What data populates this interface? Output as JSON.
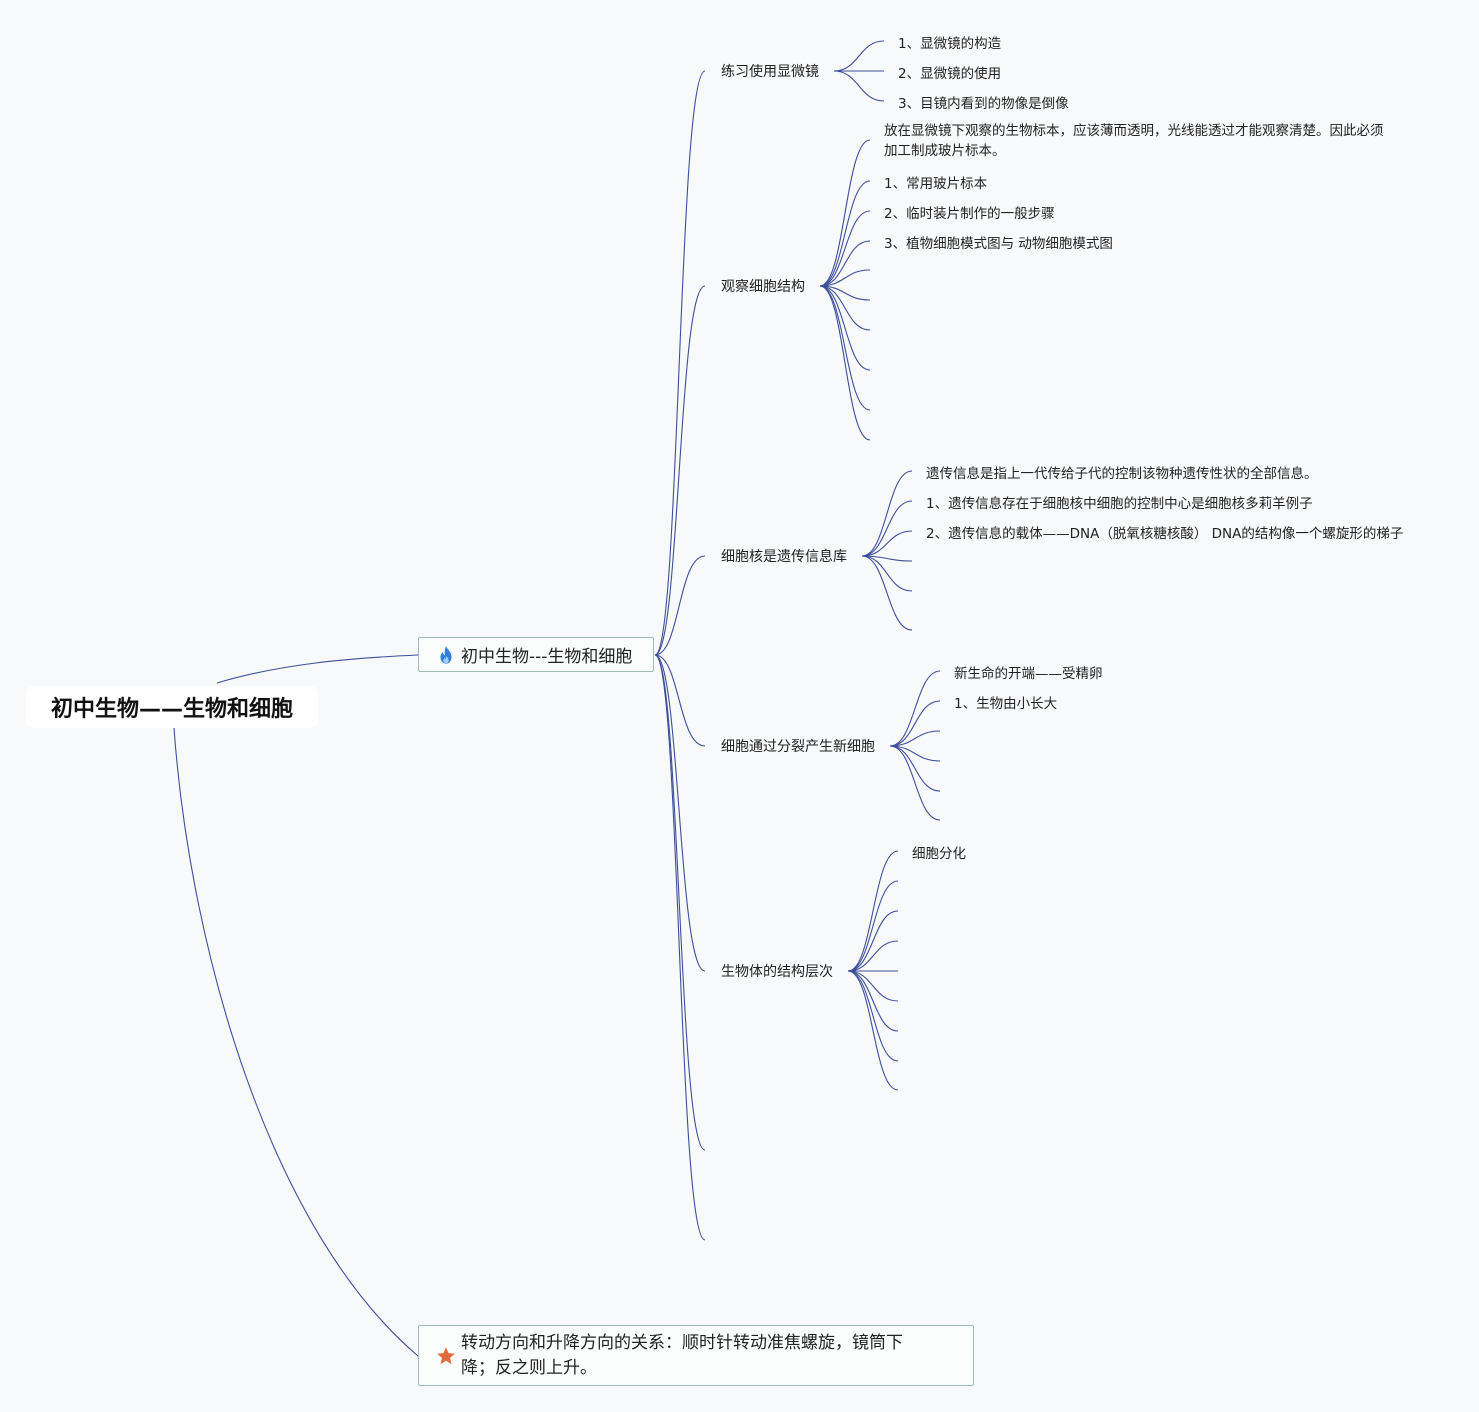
{
  "root": {
    "title": "初中生物——生物和细胞"
  },
  "topic_main": {
    "label": "初中生物---生物和细胞",
    "icon": "fire-icon",
    "children": [
      {
        "label": "练习使用显微镜",
        "items": [
          "1、显微镜的构造",
          "2、显微镜的使用",
          "3、目镜内看到的物像是倒像"
        ]
      },
      {
        "label": "观察细胞结构",
        "items": [
          "放在显微镜下观察的生物标本，应该薄而透明，光线能透过才能观察清楚。因此必须加工制成玻片标本。",
          "1、常用玻片标本",
          "2、临时装片制作的一般步骤",
          "3、植物细胞模式图与 动物细胞模式图"
        ]
      },
      {
        "label": "细胞核是遗传信息库",
        "items": [
          "遗传信息是指上一代传给子代的控制该物种遗传性状的全部信息。",
          "1、遗传信息存在于细胞核中细胞的控制中心是细胞核多莉羊例子",
          "2、遗传信息的载体——DNA（脱氧核糖核酸） DNA的结构像一个螺旋形的梯子"
        ]
      },
      {
        "label": "细胞通过分裂产生新细胞",
        "items": [
          "新生命的开端——受精卵",
          "1、生物由小长大"
        ]
      },
      {
        "label": "生物体的结构层次",
        "items": [
          "细胞分化"
        ]
      }
    ]
  },
  "topic_note": {
    "label": "转动方向和升降方向的关系：顺时针转动准焦螺旋，镜筒下降；反之则上升。",
    "icon": "star-icon"
  },
  "colors": {
    "line": "#3d4f9a",
    "box_border": "#9fbdb6",
    "fire": "#2f7fd6",
    "star": "#e06a3b"
  }
}
